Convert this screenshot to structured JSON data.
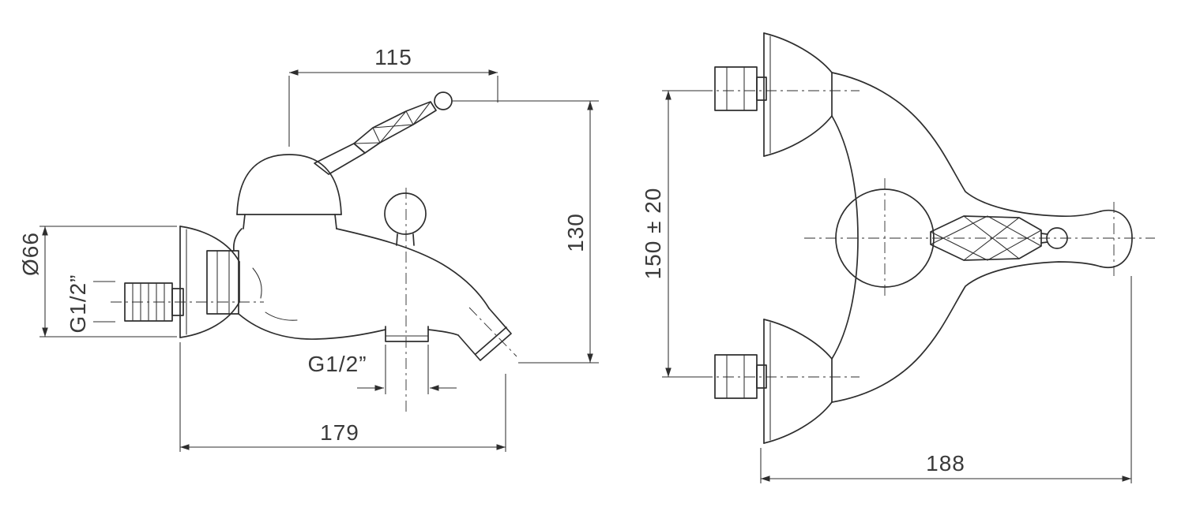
{
  "page": {
    "background_color": "#ffffff",
    "line_color": "#2e2e2e",
    "description": "Technical dimension drawing of a wall-mounted bath mixer faucet, two orthographic views"
  },
  "side_view": {
    "label": "side view",
    "dims": {
      "spout_reach": "115",
      "overall_height": "130",
      "flange_diameter": "Ø66",
      "inlet_thread": "G1/2”",
      "bottom_outlet_thread": "G1/2”",
      "overall_depth": "179"
    }
  },
  "front_view": {
    "label": "front view",
    "dims": {
      "inlet_spacing": "150 ± 20",
      "overall_width": "188"
    }
  }
}
